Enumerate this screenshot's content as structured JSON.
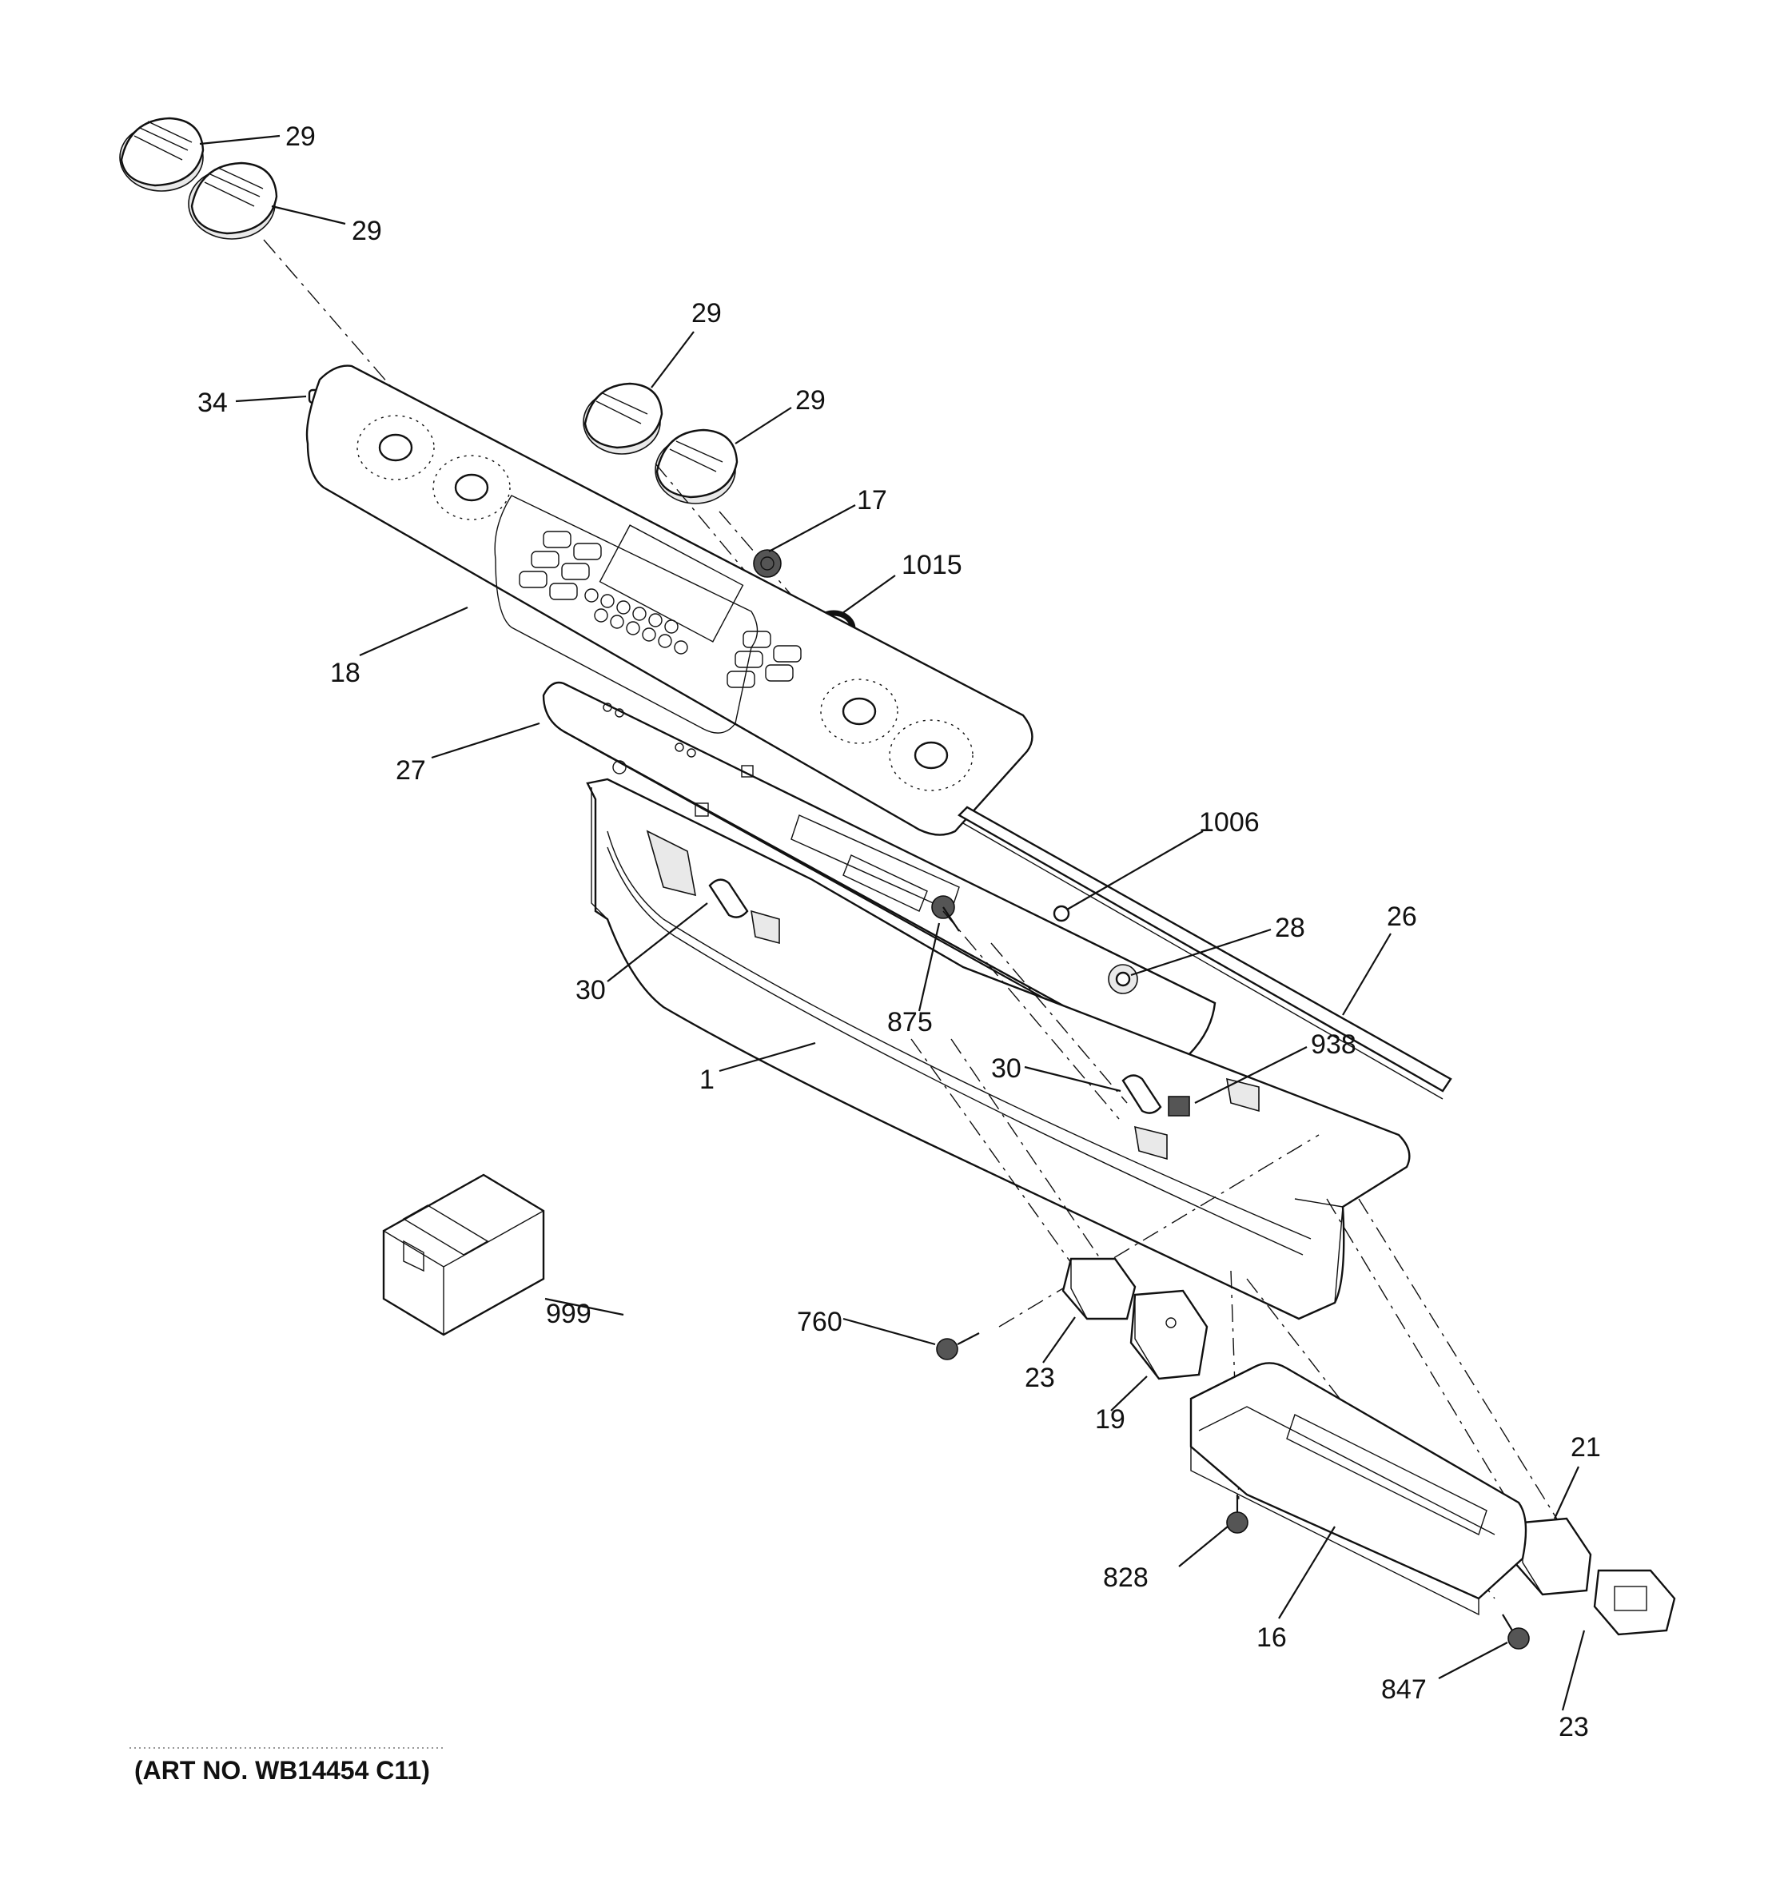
{
  "art_number": "(ART NO. WB14454 C11)",
  "callouts": [
    {
      "id": "c29a",
      "text": "29"
    },
    {
      "id": "c29b",
      "text": "29"
    },
    {
      "id": "c29c",
      "text": "29"
    },
    {
      "id": "c29d",
      "text": "29"
    },
    {
      "id": "c34",
      "text": "34"
    },
    {
      "id": "c17",
      "text": "17"
    },
    {
      "id": "c1015",
      "text": "1015"
    },
    {
      "id": "c18",
      "text": "18"
    },
    {
      "id": "c27",
      "text": "27"
    },
    {
      "id": "c1006",
      "text": "1006"
    },
    {
      "id": "c28",
      "text": "28"
    },
    {
      "id": "c26",
      "text": "26"
    },
    {
      "id": "c30a",
      "text": "30"
    },
    {
      "id": "c875",
      "text": "875"
    },
    {
      "id": "c30b",
      "text": "30"
    },
    {
      "id": "c938",
      "text": "938"
    },
    {
      "id": "c1",
      "text": "1"
    },
    {
      "id": "c999",
      "text": "999"
    },
    {
      "id": "c760",
      "text": "760"
    },
    {
      "id": "c23a",
      "text": "23"
    },
    {
      "id": "c19",
      "text": "19"
    },
    {
      "id": "c21",
      "text": "21"
    },
    {
      "id": "c828",
      "text": "828"
    },
    {
      "id": "c16",
      "text": "16"
    },
    {
      "id": "c847",
      "text": "847"
    },
    {
      "id": "c23b",
      "text": "23"
    }
  ]
}
